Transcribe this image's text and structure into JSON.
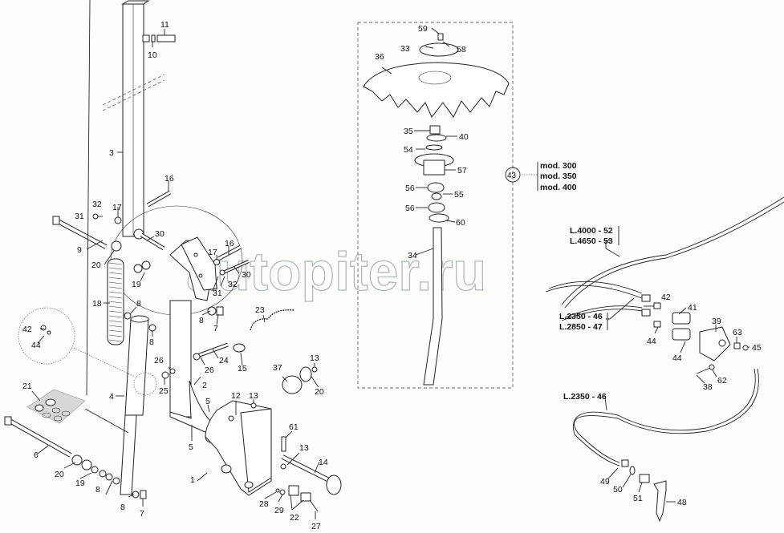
{
  "diagram": {
    "title": "Disc coulter assembly exploded view",
    "watermark": "autopiter.ru",
    "model_group": {
      "ref": "43",
      "models": [
        "mod. 300",
        "mod. 350",
        "mod. 400"
      ]
    },
    "hose_groups": [
      {
        "lines": [
          "L.4000 - 52",
          "L.4650 - 53"
        ]
      },
      {
        "lines": [
          "L.2350 - 46",
          "L.2850 - 47"
        ]
      },
      {
        "lines": [
          "L.2350 - 46"
        ]
      }
    ],
    "callouts": {
      "c11": "11",
      "c10": "10",
      "c3": "3",
      "c16a": "16",
      "c32a": "32",
      "c31a": "31",
      "c17a": "17",
      "c9": "9",
      "c20a": "20",
      "c30a": "30",
      "c16b": "16",
      "c17b": "17",
      "c30b": "30",
      "c32b": "32",
      "c31b": "31",
      "c19a": "19",
      "c18": "18",
      "c8a": "8",
      "c8b": "8",
      "c7a": "7",
      "c8c": "8",
      "c42a": "42",
      "c44a": "44",
      "c23": "23",
      "c26a": "26",
      "c26b": "26",
      "c24": "24",
      "c15": "15",
      "c25": "25",
      "c4": "4",
      "c2": "2",
      "c21": "21",
      "c5a": "5",
      "c5b": "5",
      "c12": "12",
      "c13a": "13",
      "c37": "37",
      "c13b": "13",
      "c20b": "20",
      "c6": "6",
      "c20c": "20",
      "c19b": "19",
      "c8d": "8",
      "c8e": "8",
      "c7b": "7",
      "c1": "1",
      "c61": "61",
      "c13c": "13",
      "c14": "14",
      "c28": "28",
      "c29": "29",
      "c22": "22",
      "c27": "27",
      "c59": "59",
      "c33": "33",
      "c58": "58",
      "c36": "36",
      "c35": "35",
      "c40": "40",
      "c54": "54",
      "c57": "57",
      "c56a": "56",
      "c55": "55",
      "c56b": "56",
      "c60": "60",
      "c34": "34",
      "c42b": "42",
      "c41": "41",
      "c39": "39",
      "c63": "63",
      "c45": "45",
      "c44b": "44",
      "c44c": "44",
      "c62": "62",
      "c38": "38",
      "c49": "49",
      "c50": "50",
      "c51": "51",
      "c48": "48"
    }
  }
}
